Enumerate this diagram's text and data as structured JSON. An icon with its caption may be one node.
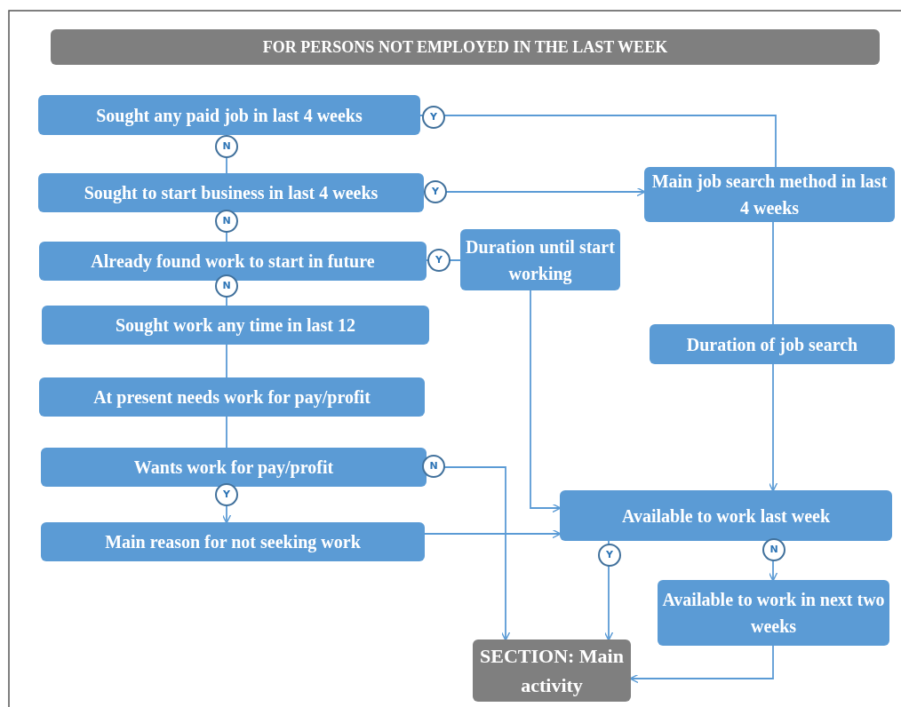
{
  "diagram": {
    "nodes": [
      {
        "text": [
          "FOR PERSONS NOT EMPLOYED IN THE LAST WEEK"
        ]
      },
      {
        "text": [
          "Sought any paid job in last 4 weeks"
        ]
      },
      {
        "text": [
          "Sought to start business in last 4 weeks"
        ]
      },
      {
        "text": [
          "Already found work to start in future"
        ]
      },
      {
        "text": [
          "Sought work any time in last 12"
        ]
      },
      {
        "text": [
          "At present needs work for pay/profit"
        ]
      },
      {
        "text": [
          "Wants work for pay/profit"
        ]
      },
      {
        "text": [
          "Main reason for not seeking work"
        ]
      },
      {
        "text": [
          "Duration until start working"
        ]
      },
      {
        "text": [
          "Main job search method in last 4 weeks"
        ]
      },
      {
        "text": [
          "Duration of job search"
        ]
      },
      {
        "text": [
          "Available to work last week"
        ]
      },
      {
        "text": [
          "Available to work in next two weeks"
        ]
      },
      {
        "text": [
          "SECTION: Main activity"
        ]
      }
    ],
    "edges": [
      {
        "from": 1,
        "to": 2,
        "arrow": "none",
        "label": "N"
      },
      {
        "from": 2,
        "to": 3,
        "arrow": "none",
        "label": "N"
      },
      {
        "from": 3,
        "to": 4,
        "arrow": "none",
        "label": "N"
      },
      {
        "from": 4,
        "to": 5,
        "arrow": "none"
      },
      {
        "from": 5,
        "to": 6,
        "arrow": "none"
      },
      {
        "from": 6,
        "to": 7,
        "arrow": "to",
        "label": "Y"
      },
      {
        "from": 1,
        "to": 9,
        "arrow": "none",
        "label": "Y"
      },
      {
        "from": 2,
        "to": 9,
        "arrow": "to",
        "label": "Y"
      },
      {
        "from": 3,
        "to": 8,
        "arrow": "none",
        "label": "Y"
      },
      {
        "from": 8,
        "to": 11,
        "arrow": "to"
      },
      {
        "from": 9,
        "to": 10,
        "arrow": "none"
      },
      {
        "from": 10,
        "to": 11,
        "arrow": "to"
      },
      {
        "from": 6,
        "to": 13,
        "arrow": "to",
        "label": "N"
      },
      {
        "from": 7,
        "to": 11,
        "arrow": "to"
      },
      {
        "from": 11,
        "to": 13,
        "arrow": "to",
        "label": "Y"
      },
      {
        "from": 11,
        "to": 12,
        "arrow": "to",
        "label": "N"
      },
      {
        "from": 12,
        "to": 13,
        "arrow": "to"
      }
    ]
  }
}
